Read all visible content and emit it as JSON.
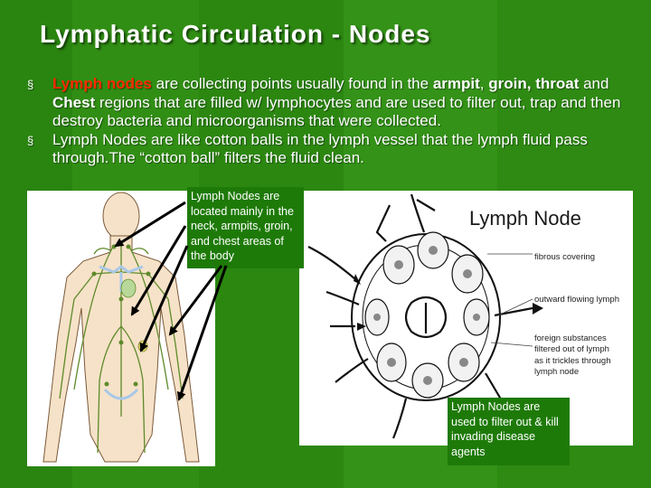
{
  "slide": {
    "title": "Lymphatic Circulation - Nodes",
    "bullet_marker": "§",
    "bullets": {
      "b1": {
        "p1": "Lymph nodes",
        "p2": " are collecting points usually found in the ",
        "p3": "armpit",
        "p4": ", ",
        "p5": "groin,",
        "p6": " ",
        "p7": "throat",
        "p8": " and ",
        "p9": "Chest",
        "p10": " regions that are filled w/ lymphocytes and are used to filter out, trap and then destroy bacteria and microorganisms that were collected."
      },
      "b2": "Lymph Nodes are like cotton balls in the lymph vessel that the lymph fluid pass through.The  “cotton ball” filters the fluid clean."
    },
    "label_top": "Lymph Nodes are located mainly in the neck, armpits, groin, and chest areas of the body",
    "label_bottom": "Lymph Nodes are used to filter out & kill invading disease agents"
  },
  "diagram": {
    "title": "Lymph Node",
    "callouts": {
      "fibrous": "fibrous covering",
      "outward": "outward flowing lymph",
      "foreign_1": "foreign substances",
      "foreign_2": "filtered out of lymph",
      "foreign_3": "as it trickles through",
      "foreign_4": "lymph node"
    }
  },
  "colors": {
    "background": "#2f8a12",
    "title_text": "#ffffff",
    "highlight_text": "#ff2a00",
    "label_box": "#1e7a08"
  }
}
